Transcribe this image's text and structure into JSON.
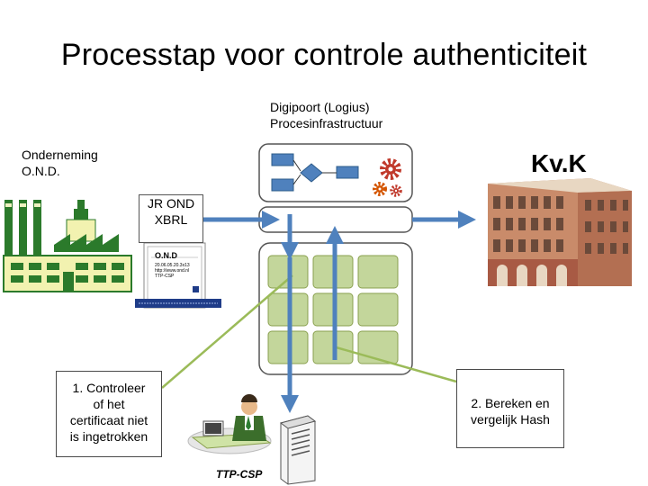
{
  "slide": {
    "title": "Processtap voor controle authenticiteit"
  },
  "digipoort": {
    "line1": "Digipoort (Logius)",
    "line2": "Procesinfrastructuur"
  },
  "company": {
    "line1": "Onderneming",
    "line2": "O.N.D."
  },
  "kvk": {
    "label": "Kv.K"
  },
  "report": {
    "line1": "JR OND",
    "line2": "XBRL",
    "doc_title": "O.N.D",
    "doc_line1": "20.06.05.20.3x13",
    "doc_line2": "http://www.ond.nl",
    "doc_line3": "TTP-CSP"
  },
  "callouts": {
    "left": [
      "1. Controleer",
      "of het",
      "certificaat niet",
      "is ingetrokken"
    ],
    "right": [
      "2. Bereken en",
      "vergelijk Hash"
    ]
  },
  "ttp": {
    "label": "TTP-CSP"
  },
  "colors": {
    "arrow_blue": "#4f81bd",
    "grid_green": "#c3d69b",
    "pointer_green": "#9bbb59",
    "gear_red": "#c0392b"
  }
}
